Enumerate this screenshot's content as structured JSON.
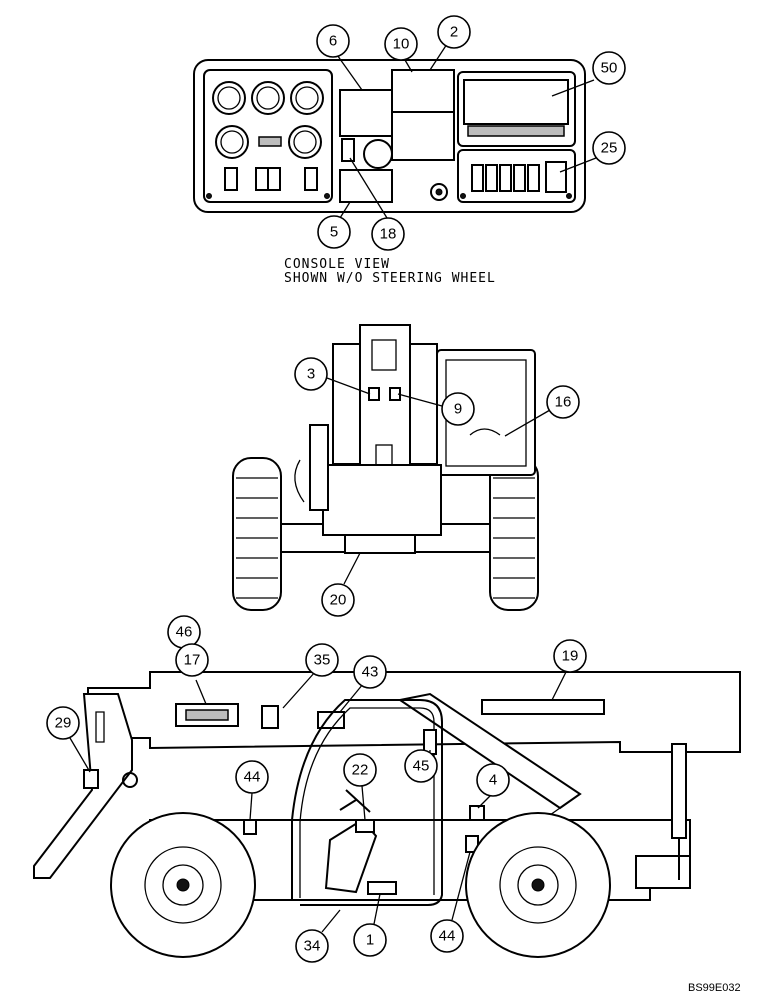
{
  "console_caption": [
    "CONSOLE VIEW",
    "SHOWN W/O STEERING WHEEL"
  ],
  "reference_code": "BS99E032",
  "callouts": [
    "6",
    "10",
    "2",
    "50",
    "25",
    "5",
    "18",
    "3",
    "9",
    "16",
    "20",
    "46",
    "17",
    "35",
    "43",
    "19",
    "29",
    "44",
    "22",
    "45",
    "4",
    "34",
    "1",
    "44"
  ]
}
